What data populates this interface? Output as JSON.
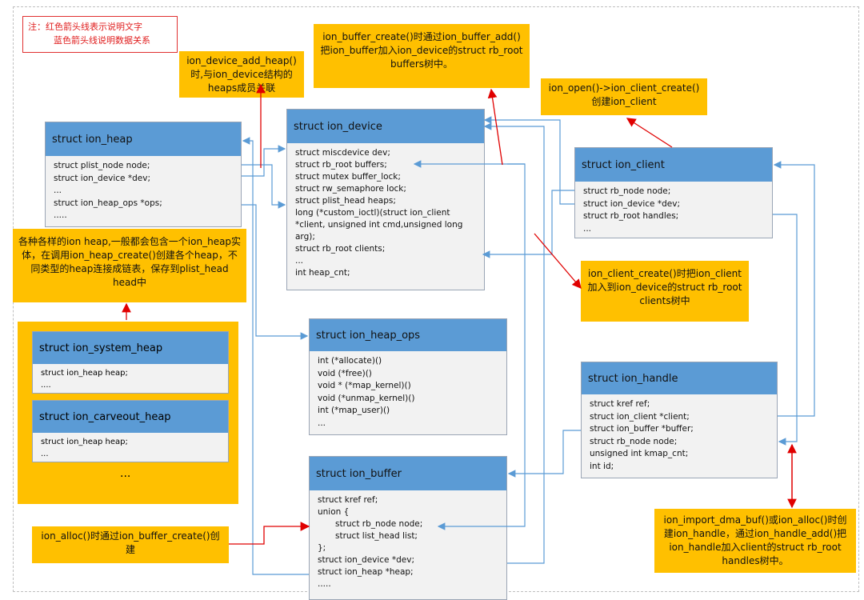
{
  "note": {
    "line1": "注：红色箭头线表示说明文字",
    "line2": "蓝色箭头线说明数据关系"
  },
  "annotations": {
    "add_heap": "ion_device_add_heap()时,与ion_device结构的heaps成员关联",
    "buffer_create": "ion_buffer_create()时通过ion_buffer_add()把ion_buffer加入ion_device的struct rb_root buffers树中。",
    "client_create": "ion_open()->ion_client_create()创建ion_client",
    "heap_list": "各种各样的ion heap,一般都会包含一个ion_heap实体，在调用ion_heap_create()创建各个heap，不同类型的heap连接成链表，保存到plist_head head中",
    "client_to_device": "ion_client_create()时把ion_client加入到ion_device的struct rb_root clients树中",
    "alloc": "ion_alloc()时通过ion_buffer_create()创建",
    "handle": "ion_import_dma_buf()或ion_alloc()时创建ion_handle，通过ion_handle_add()把ion_handle加入client的struct rb_root handles树中。"
  },
  "structs": {
    "ion_heap": {
      "title": "struct ion_heap",
      "fields": [
        "struct plist_node node;",
        "struct ion_device *dev;",
        "...",
        "struct ion_heap_ops *ops;",
        "....."
      ]
    },
    "ion_device": {
      "title": "struct ion_device",
      "fields": [
        "struct miscdevice dev;",
        "struct rb_root buffers;",
        "struct mutex buffer_lock;",
        "struct rw_semaphore lock;",
        "struct plist_head heaps;",
        "long (*custom_ioctl)(struct ion_client *client, unsigned int cmd,unsigned long arg);",
        "struct rb_root clients;",
        "...",
        "int heap_cnt;"
      ]
    },
    "ion_client": {
      "title": "struct ion_client",
      "fields": [
        "struct rb_node node;",
        "struct ion_device *dev;",
        "struct rb_root handles;",
        "..."
      ]
    },
    "ion_heap_ops": {
      "title": "struct ion_heap_ops",
      "fields": [
        "int (*allocate)()",
        "void (*free)()",
        "void * (*map_kernel)()",
        "void (*unmap_kernel)()",
        "int (*map_user)()",
        "..."
      ]
    },
    "ion_handle": {
      "title": "struct ion_handle",
      "fields": [
        "struct kref ref;",
        "struct ion_client *client;",
        "struct ion_buffer *buffer;",
        "struct rb_node node;",
        "unsigned int kmap_cnt;",
        "int id;"
      ]
    },
    "ion_buffer": {
      "title": "struct ion_buffer",
      "fields": [
        "struct kref ref;",
        "union {",
        "struct rb_node node;",
        "struct list_head list;",
        "};",
        "struct ion_device *dev;",
        "struct ion_heap *heap;",
        "....."
      ]
    },
    "ion_system_heap": {
      "title": "struct ion_system_heap",
      "fields": [
        "struct ion_heap heap;",
        "...."
      ]
    },
    "ion_carveout_heap": {
      "title": "struct ion_carveout_heap",
      "fields": [
        "struct ion_heap heap;",
        "..."
      ]
    },
    "more": "..."
  },
  "colors": {
    "header": "#5b9bd5",
    "annotation": "#ffc000",
    "red_arrow": "#e00000",
    "blue_arrow": "#5b9bd5"
  }
}
